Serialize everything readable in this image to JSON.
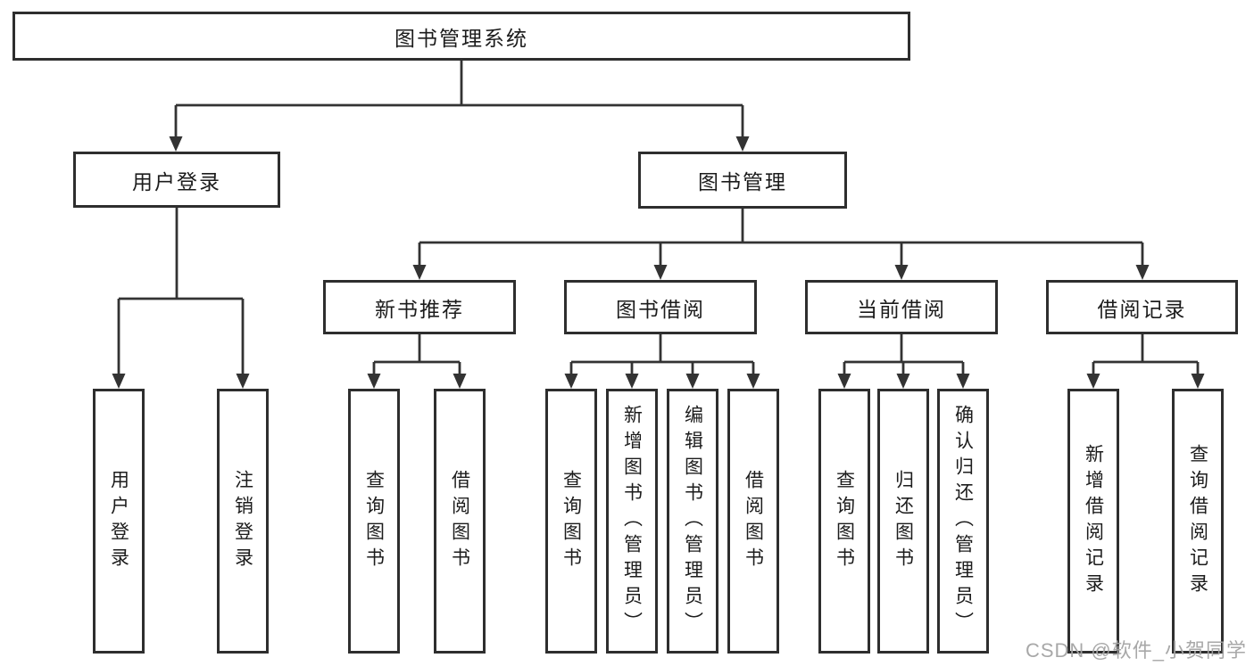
{
  "diagram": {
    "type": "hierarchy-tree",
    "root": {
      "label": "图书管理系统"
    },
    "level2": [
      {
        "label": "用户登录"
      },
      {
        "label": "图书管理"
      }
    ],
    "level3": [
      {
        "label": "新书推荐",
        "parent": "图书管理"
      },
      {
        "label": "图书借阅",
        "parent": "图书管理"
      },
      {
        "label": "当前借阅",
        "parent": "图书管理"
      },
      {
        "label": "借阅记录",
        "parent": "图书管理"
      }
    ],
    "leaves": [
      {
        "label": "用户登录",
        "parent": "用户登录"
      },
      {
        "label": "注销登录",
        "parent": "用户登录"
      },
      {
        "label": "查询图书",
        "parent": "新书推荐"
      },
      {
        "label": "借阅图书",
        "parent": "新书推荐"
      },
      {
        "label": "查询图书",
        "parent": "图书借阅"
      },
      {
        "label": "新增图书（管理员）",
        "parent": "图书借阅"
      },
      {
        "label": "编辑图书（管理员）",
        "parent": "图书借阅"
      },
      {
        "label": "借阅图书",
        "parent": "图书借阅"
      },
      {
        "label": "查询图书",
        "parent": "当前借阅"
      },
      {
        "label": "归还图书",
        "parent": "当前借阅"
      },
      {
        "label": "确认归还（管理员）",
        "parent": "当前借阅"
      },
      {
        "label": "新增借阅记录",
        "parent": "借阅记录"
      },
      {
        "label": "查询借阅记录",
        "parent": "借阅记录"
      }
    ]
  },
  "watermark": {
    "text": "CSDN @软件_小贺同学"
  },
  "colors": {
    "line": "#333333",
    "box_border": "#2e2e2e",
    "text": "#1c1c1c",
    "background": "#ffffff",
    "watermark": "#a3a3a3"
  }
}
